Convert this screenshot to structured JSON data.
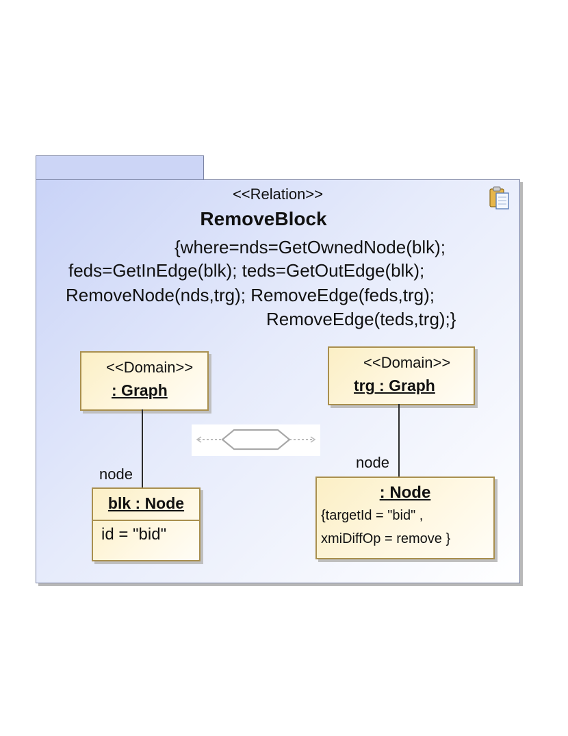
{
  "relation": {
    "stereotype": "<<Relation>>",
    "name": "RemoveBlock",
    "constraint_lines": [
      "{where=nds=GetOwnedNode(blk);",
      "feds=GetInEdge(blk); teds=GetOutEdge(blk);",
      "RemoveNode(nds,trg); RemoveEdge(feds,trg);",
      "RemoveEdge(teds,trg);}"
    ]
  },
  "left_domain": {
    "stereotype": "<<Domain>>",
    "name": ": Graph"
  },
  "right_domain": {
    "stereotype": "<<Domain>>",
    "name": "trg : Graph"
  },
  "left_role": "node",
  "right_role": "node",
  "left_node": {
    "name": "blk : Node",
    "attribute": "id = \"bid\""
  },
  "right_node": {
    "name": ": Node",
    "constraint_line1": "{targetId = \"bid\"  ,",
    "constraint_line2": "xmiDiffOp = remove  }"
  },
  "colors": {
    "frame_fill": "#ccd5f6",
    "box_fill": "#fbefc5",
    "box_border": "#a98f4e"
  }
}
